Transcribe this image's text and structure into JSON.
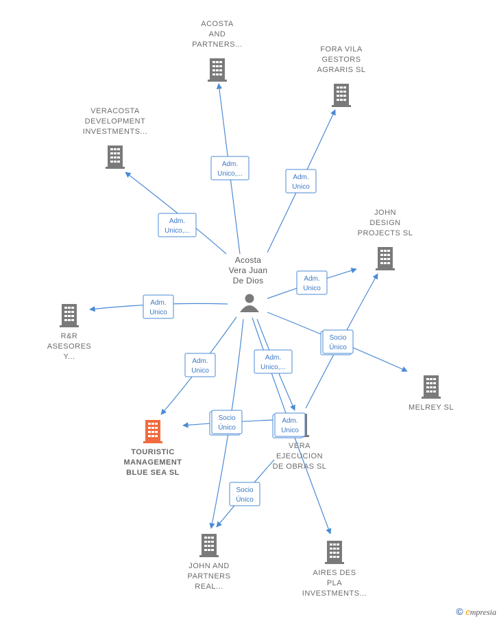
{
  "person": {
    "name_lines": [
      "Acosta",
      "Vera Juan",
      "De Dios"
    ],
    "icon": "person-icon"
  },
  "companies": [
    {
      "id": "acosta-partners",
      "lines": [
        "ACOSTA",
        "AND",
        "PARTNERS..."
      ],
      "icon": "building-icon"
    },
    {
      "id": "fora-vila",
      "lines": [
        "FORA VILA",
        "GESTORS",
        "AGRARIS  SL"
      ],
      "icon": "building-icon"
    },
    {
      "id": "veracosta",
      "lines": [
        "VERACOSTA",
        "DEVELOPMENT",
        "INVESTMENTS..."
      ],
      "icon": "building-icon"
    },
    {
      "id": "john-design",
      "lines": [
        "JOHN",
        "DESIGN",
        "PROJECTS  SL"
      ],
      "icon": "building-icon"
    },
    {
      "id": "rr-asesores",
      "lines": [
        "R&R",
        "ASESORES",
        "Y..."
      ],
      "icon": "building-icon"
    },
    {
      "id": "melrey",
      "lines": [
        "MELREY  SL"
      ],
      "icon": "building-icon"
    },
    {
      "id": "touristic",
      "lines": [
        "TOURISTIC",
        "MANAGEMENT",
        "BLUE SEA  SL"
      ],
      "icon": "building-icon",
      "focus": true,
      "color": "#f26a3d"
    },
    {
      "id": "vera-ejecucion",
      "lines": [
        "VERA",
        "EJECUCION",
        "DE OBRAS  SL"
      ],
      "icon": "building-icon"
    },
    {
      "id": "john-partners",
      "lines": [
        "JOHN AND",
        "PARTNERS",
        "REAL..."
      ],
      "icon": "building-icon"
    },
    {
      "id": "aires-des-pla",
      "lines": [
        "AIRES DES",
        "PLA",
        "INVESTMENTS..."
      ],
      "icon": "building-icon"
    }
  ],
  "relations": [
    {
      "lines": [
        "Adm.",
        "Unico,..."
      ]
    },
    {
      "lines": [
        "Adm.",
        "Unico"
      ]
    },
    {
      "lines": [
        "Adm.",
        "Unico,..."
      ]
    },
    {
      "lines": [
        "Adm.",
        "Unico"
      ]
    },
    {
      "lines": [
        "Adm.",
        "Unico"
      ]
    },
    {
      "lines": [
        "Socio",
        "Único"
      ]
    },
    {
      "lines": [
        "Adm.",
        "Unico"
      ]
    },
    {
      "lines": [
        "Adm.",
        "Unico,..."
      ]
    },
    {
      "lines": [
        "Socio",
        "Único"
      ]
    },
    {
      "lines": [
        "Adm.",
        "Unico"
      ]
    },
    {
      "lines": [
        "Socio",
        "Único"
      ]
    }
  ],
  "colors": {
    "edge": "#4a8ad4",
    "node": "#7a7a7a",
    "focus_node": "#f26a3d"
  },
  "brand": {
    "copyright": "©",
    "initial": "e",
    "rest": "mpresia"
  }
}
